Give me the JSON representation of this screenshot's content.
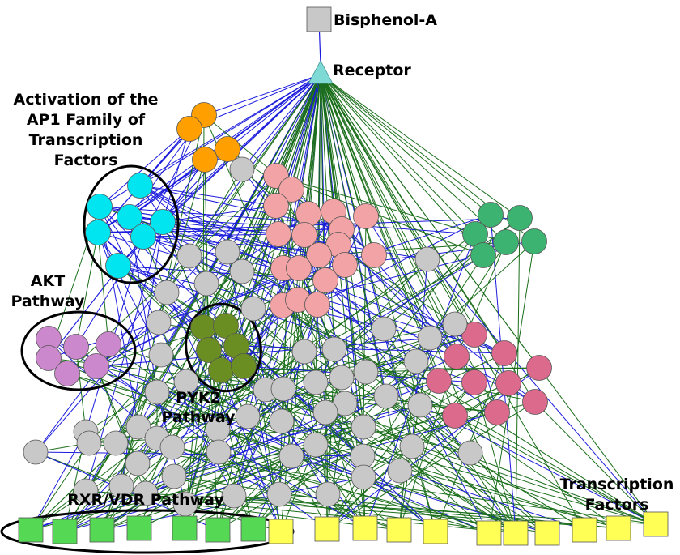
{
  "labels": {
    "bisphenol": "Bisphenol-A",
    "receptor": "Receptor",
    "ap1": [
      "Activation of the",
      "AP1 Family of",
      "Transcription",
      "Factors"
    ],
    "akt": [
      "AKT",
      "Pathway"
    ],
    "pyk2": [
      "PYK2",
      "Pathway"
    ],
    "rxr": "RXR/VDR Pathway",
    "tf": [
      "Transcription",
      "Factors"
    ]
  },
  "colors": {
    "edge_green": "#1a6e1a",
    "edge_blue": "#1a1adc",
    "gray": "#c8c8c8",
    "orange": "#ff9f00",
    "cyan": "#00e5f0",
    "pink": "#f2a3a6",
    "green": "#3cb371",
    "violet": "#cc88cc",
    "olive": "#6b8e23",
    "rose": "#dc6a8c",
    "bright_green": "#55d955",
    "yellow": "#ffff55",
    "receptor": "#7fdad6"
  }
}
